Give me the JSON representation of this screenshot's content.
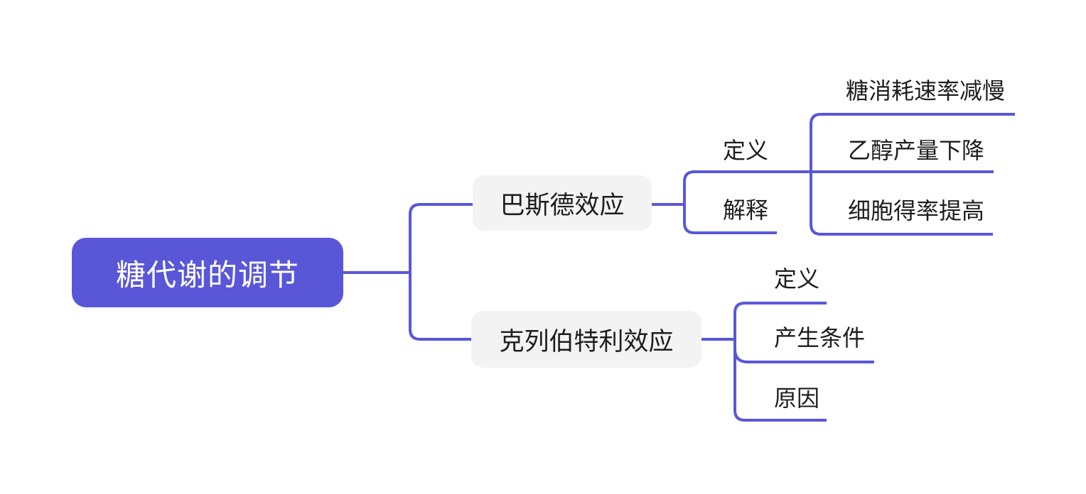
{
  "colors": {
    "accent": "#5957d8",
    "branch_box_bg": "#f3f3f3",
    "dark_text": "#1e1e1e",
    "root_text": "#ffffff",
    "background": "#ffffff"
  },
  "mindmap": {
    "root": {
      "label": "糖代谢的调节"
    },
    "branches": [
      {
        "label": "巴斯德效应",
        "children": [
          {
            "label": "定义",
            "children": [
              {
                "label": "糖消耗速率减慢"
              },
              {
                "label": "乙醇产量下降"
              },
              {
                "label": "细胞得率提高"
              }
            ]
          },
          {
            "label": "解释"
          }
        ]
      },
      {
        "label": "克列伯特利效应",
        "children": [
          {
            "label": "定义"
          },
          {
            "label": "产生条件"
          },
          {
            "label": "原因"
          }
        ]
      }
    ]
  }
}
